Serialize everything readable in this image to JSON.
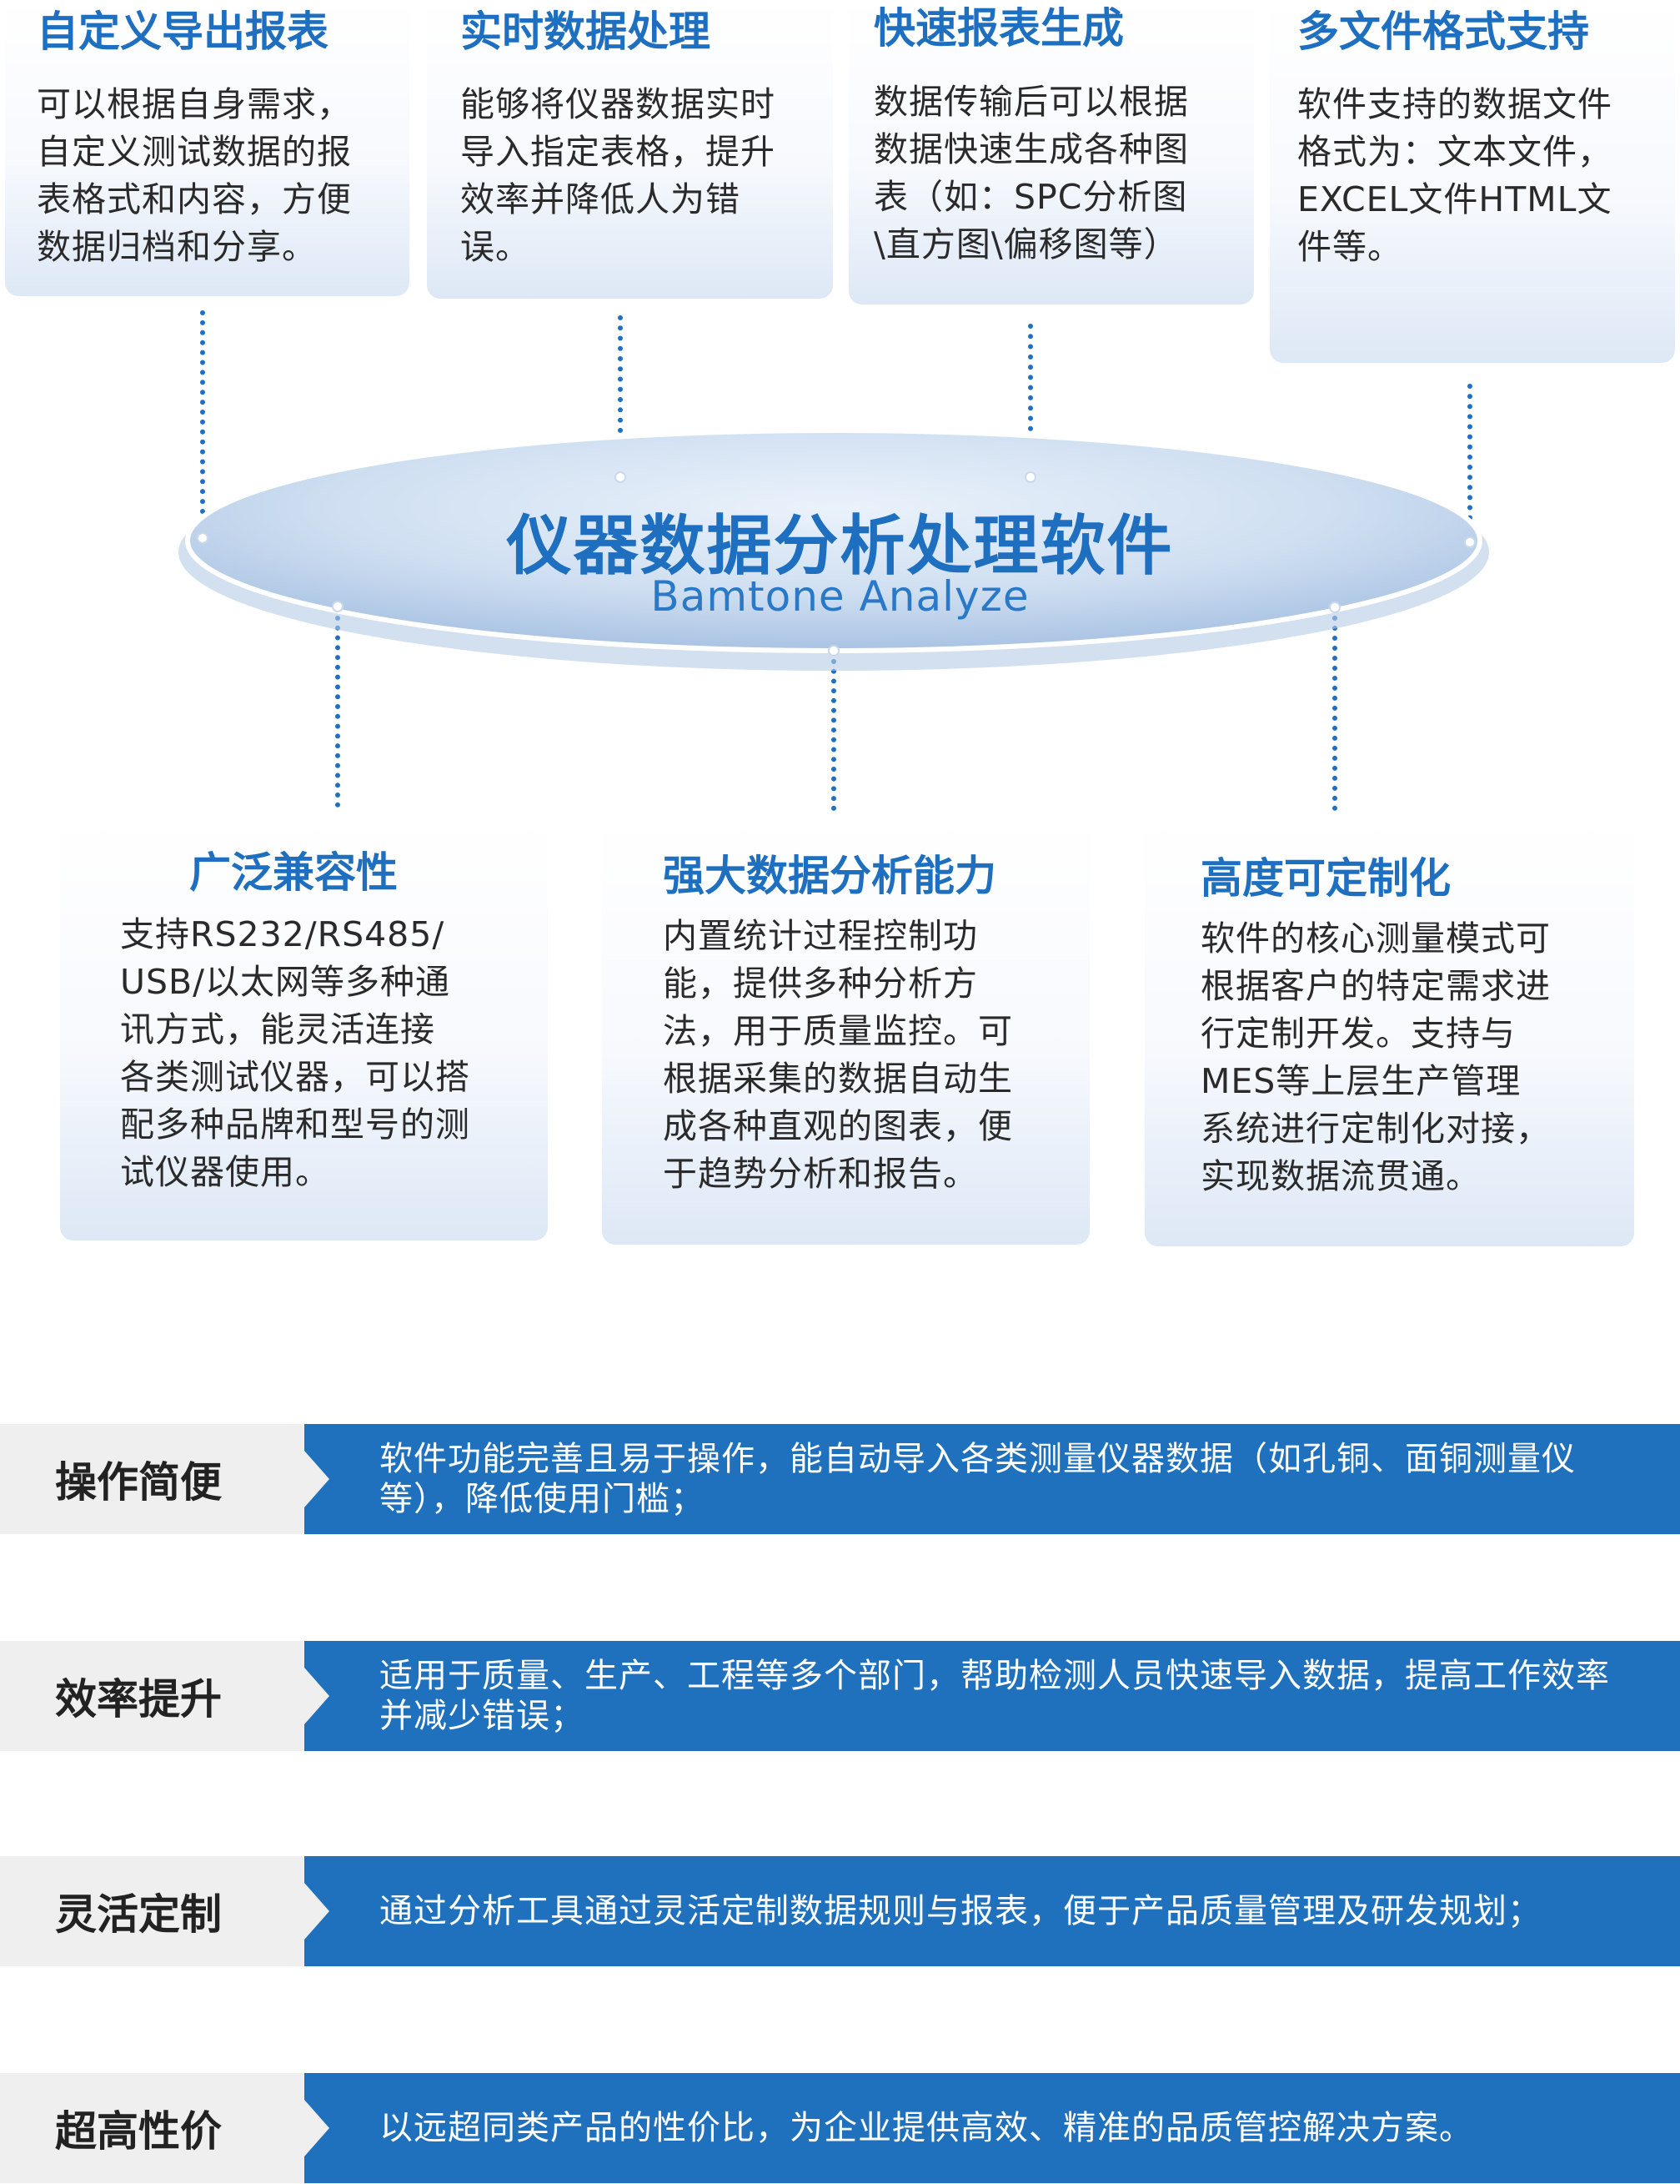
{
  "top_features": [
    {
      "title": "自定义导出报表",
      "body": "可以根据自身需求，\n自定义测试数据的报\n表格式和内容，方便\n数据归档和分享。"
    },
    {
      "title": "实时数据处理",
      "body": "能够将仪器数据实时\n导入指定表格，提升\n效率并降低人为错\n误。"
    },
    {
      "title": "快速报表生成",
      "body": "数据传输后可以根据\n数据快速生成各种图\n表（如：SPC分析图\n\\直方图\\偏移图等）"
    },
    {
      "title": "多文件格式支持",
      "body": "软件支持的数据文件\n格式为：文本文件，\nEXCEL文件HTML文\n件等。"
    }
  ],
  "center": {
    "title": "仪器数据分析处理软件",
    "subtitle": "Bamtone Analyze"
  },
  "bottom_features": [
    {
      "title": "广泛兼容性",
      "body": "支持RS232/RS485/\nUSB/以太网等多种通\n讯方式，能灵活连接\n各类测试仪器，可以搭\n配多种品牌和型号的测\n试仪器使用。"
    },
    {
      "title": "强大数据分析能力",
      "body": "内置统计过程控制功\n能，提供多种分析方\n法，用于质量监控。可\n根据采集的数据自动生\n成各种直观的图表，便\n于趋势分析和报告。"
    },
    {
      "title": "高度可定制化",
      "body": "软件的核心测量模式可\n根据客户的特定需求进\n行定制开发。支持与\nMES等上层生产管理\n系统进行定制化对接，\n实现数据流贯通。"
    }
  ],
  "advantages": [
    {
      "label": "操作简便",
      "text": "软件功能完善且易于操作，能自动导入各类测量仪器数据（如孔铜、面铜测量仪等），降低使用门槛；"
    },
    {
      "label": "效率提升",
      "text": "适用于质量、生产、工程等多个部门，帮助检测人员快速导入数据，提高工作效率并减少错误；"
    },
    {
      "label": "灵活定制",
      "text": "通过分析工具通过灵活定制数据规则与报表，便于产品质量管理及研发规划；"
    },
    {
      "label": "超高性价",
      "text": "以远超同类产品的性价比，为企业提供高效、精准的品质管控解决方案。"
    }
  ]
}
